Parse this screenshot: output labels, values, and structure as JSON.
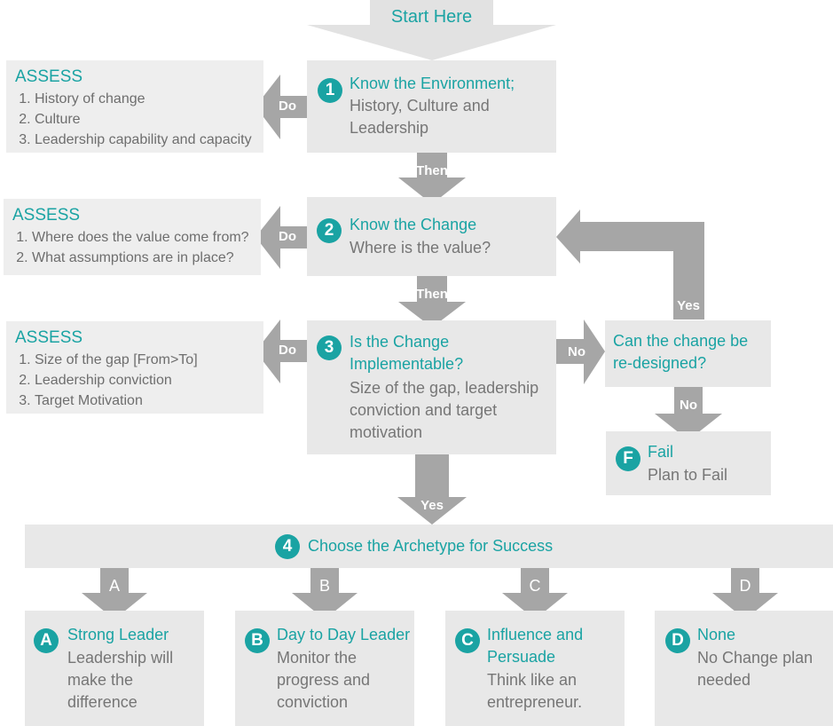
{
  "start": {
    "label": "Start Here"
  },
  "steps": {
    "s1": {
      "badge": "1",
      "title": "Know the Environment;",
      "text1": "History, Culture and",
      "text2": "Leadership"
    },
    "s2": {
      "badge": "2",
      "title": "Know the Change",
      "text1": "Where is the value?"
    },
    "s3": {
      "badge": "3",
      "title1": "Is the Change",
      "title2": "Implementable?",
      "text1": "Size of the gap, leadership",
      "text2": "conviction and target",
      "text3": "motivation"
    },
    "redesign": {
      "title1": "Can the change be",
      "title2": "re-designed?"
    },
    "fail": {
      "badge": "F",
      "title": "Fail",
      "text1": "Plan to Fail"
    },
    "s4": {
      "badge": "4",
      "title": "Choose the Archetype for Success"
    }
  },
  "assess": [
    {
      "heading": "ASSESS",
      "items": [
        "History of change",
        "Culture",
        "Leadership capability and capacity"
      ]
    },
    {
      "heading": "ASSESS",
      "items": [
        "Where does the value come from?",
        "What assumptions are in place?"
      ]
    },
    {
      "heading": "ASSESS",
      "items": [
        "Size of the gap [From>To]",
        "Leadership conviction",
        "Target Motivation"
      ]
    }
  ],
  "connectors": {
    "do": "Do",
    "then": "Then",
    "yes": "Yes",
    "no": "No"
  },
  "archetypes": [
    {
      "letter": "A",
      "badge": "A",
      "title1": "Strong Leader",
      "title2": "",
      "lines": [
        "Leadership will",
        "make the",
        "difference"
      ]
    },
    {
      "letter": "B",
      "badge": "B",
      "title1": "Day to Day Leader",
      "title2": "",
      "lines": [
        "Monitor the",
        "progress and",
        "conviction"
      ]
    },
    {
      "letter": "C",
      "badge": "C",
      "title1": "Influence and",
      "title2": "Persuade",
      "lines": [
        "Think like an",
        "entrepreneur."
      ]
    },
    {
      "letter": "D",
      "badge": "D",
      "title1": "None",
      "title2": "",
      "lines": [
        "No Change plan",
        "needed"
      ]
    }
  ],
  "colors": {
    "accent": "#1aa3a3",
    "box": "#e8e8e8",
    "arrow": "#9e9e9e",
    "start_arrow": "#e2e2e2"
  }
}
